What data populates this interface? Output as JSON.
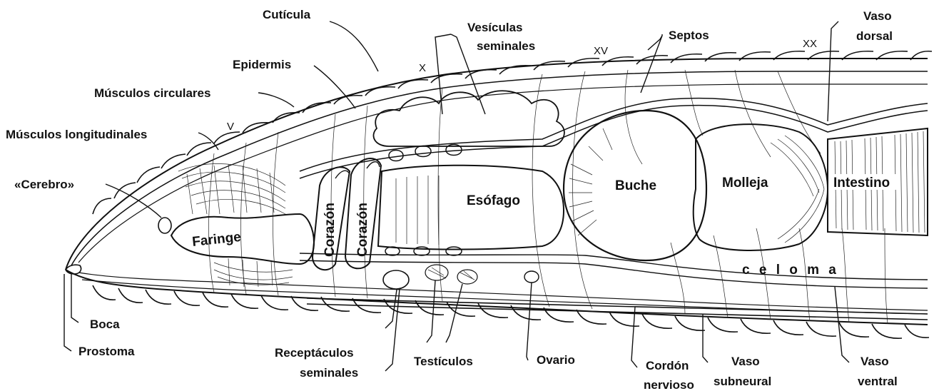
{
  "labels": {
    "cuticula": "Cutícula",
    "vesiculas_1": "Vesículas",
    "vesiculas_2": "seminales",
    "septos": "Septos",
    "vaso_dorsal_1": "Vaso",
    "vaso_dorsal_2": "dorsal",
    "epidermis": "Epidermis",
    "musculos_circulares": "Músculos circulares",
    "musculos_longitudinales": "Músculos longitudinales",
    "cerebro": "«Cerebro»",
    "boca": "Boca",
    "prostoma": "Prostoma",
    "receptaculos_1": "Receptáculos",
    "receptaculos_2": "seminales",
    "testiculos": "Testículos",
    "ovario": "Ovario",
    "cordon_1": "Cordón",
    "cordon_2": "nervioso",
    "vaso_subneural_1": "Vaso",
    "vaso_subneural_2": "subneural",
    "vaso_ventral_1": "Vaso",
    "vaso_ventral_2": "ventral",
    "faringe": "Faringe",
    "corazon_1": "Corazón",
    "corazon_2": "Corazón",
    "esofago": "Esófago",
    "buche": "Buche",
    "molleja": "Molleja",
    "intestino": "Intestino",
    "celoma": "c e l o m a"
  },
  "segments": {
    "v": "V",
    "x": "X",
    "xv": "XV",
    "xx": "XX"
  }
}
